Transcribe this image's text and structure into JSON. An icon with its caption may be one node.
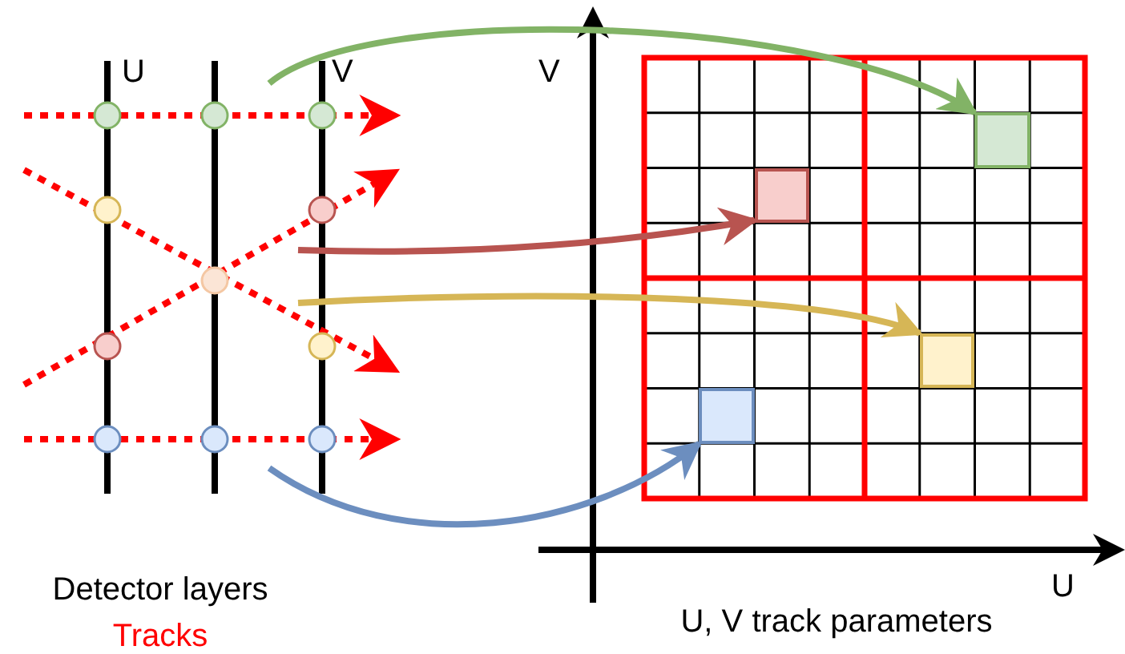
{
  "diagram": {
    "nodes": [
      {
        "text": [],
        "shape": "box"
      },
      {
        "text": [],
        "shape": "box"
      },
      {
        "text": [],
        "shape": "box"
      },
      {
        "text": [],
        "shape": "box"
      }
    ],
    "edges": [
      {
        "from": null,
        "to": 0,
        "arrow": "to",
        "color": "#82b366"
      },
      {
        "from": null,
        "to": 1,
        "arrow": "to",
        "color": "#b85450"
      },
      {
        "from": null,
        "to": 2,
        "arrow": "to",
        "color": "#d6b656"
      },
      {
        "from": null,
        "to": 3,
        "arrow": "to",
        "color": "#6c8ebf"
      }
    ],
    "labels": [
      "U",
      "V",
      "V",
      "Detector layers",
      "Tracks",
      "U",
      "U, V track parameters"
    ]
  }
}
